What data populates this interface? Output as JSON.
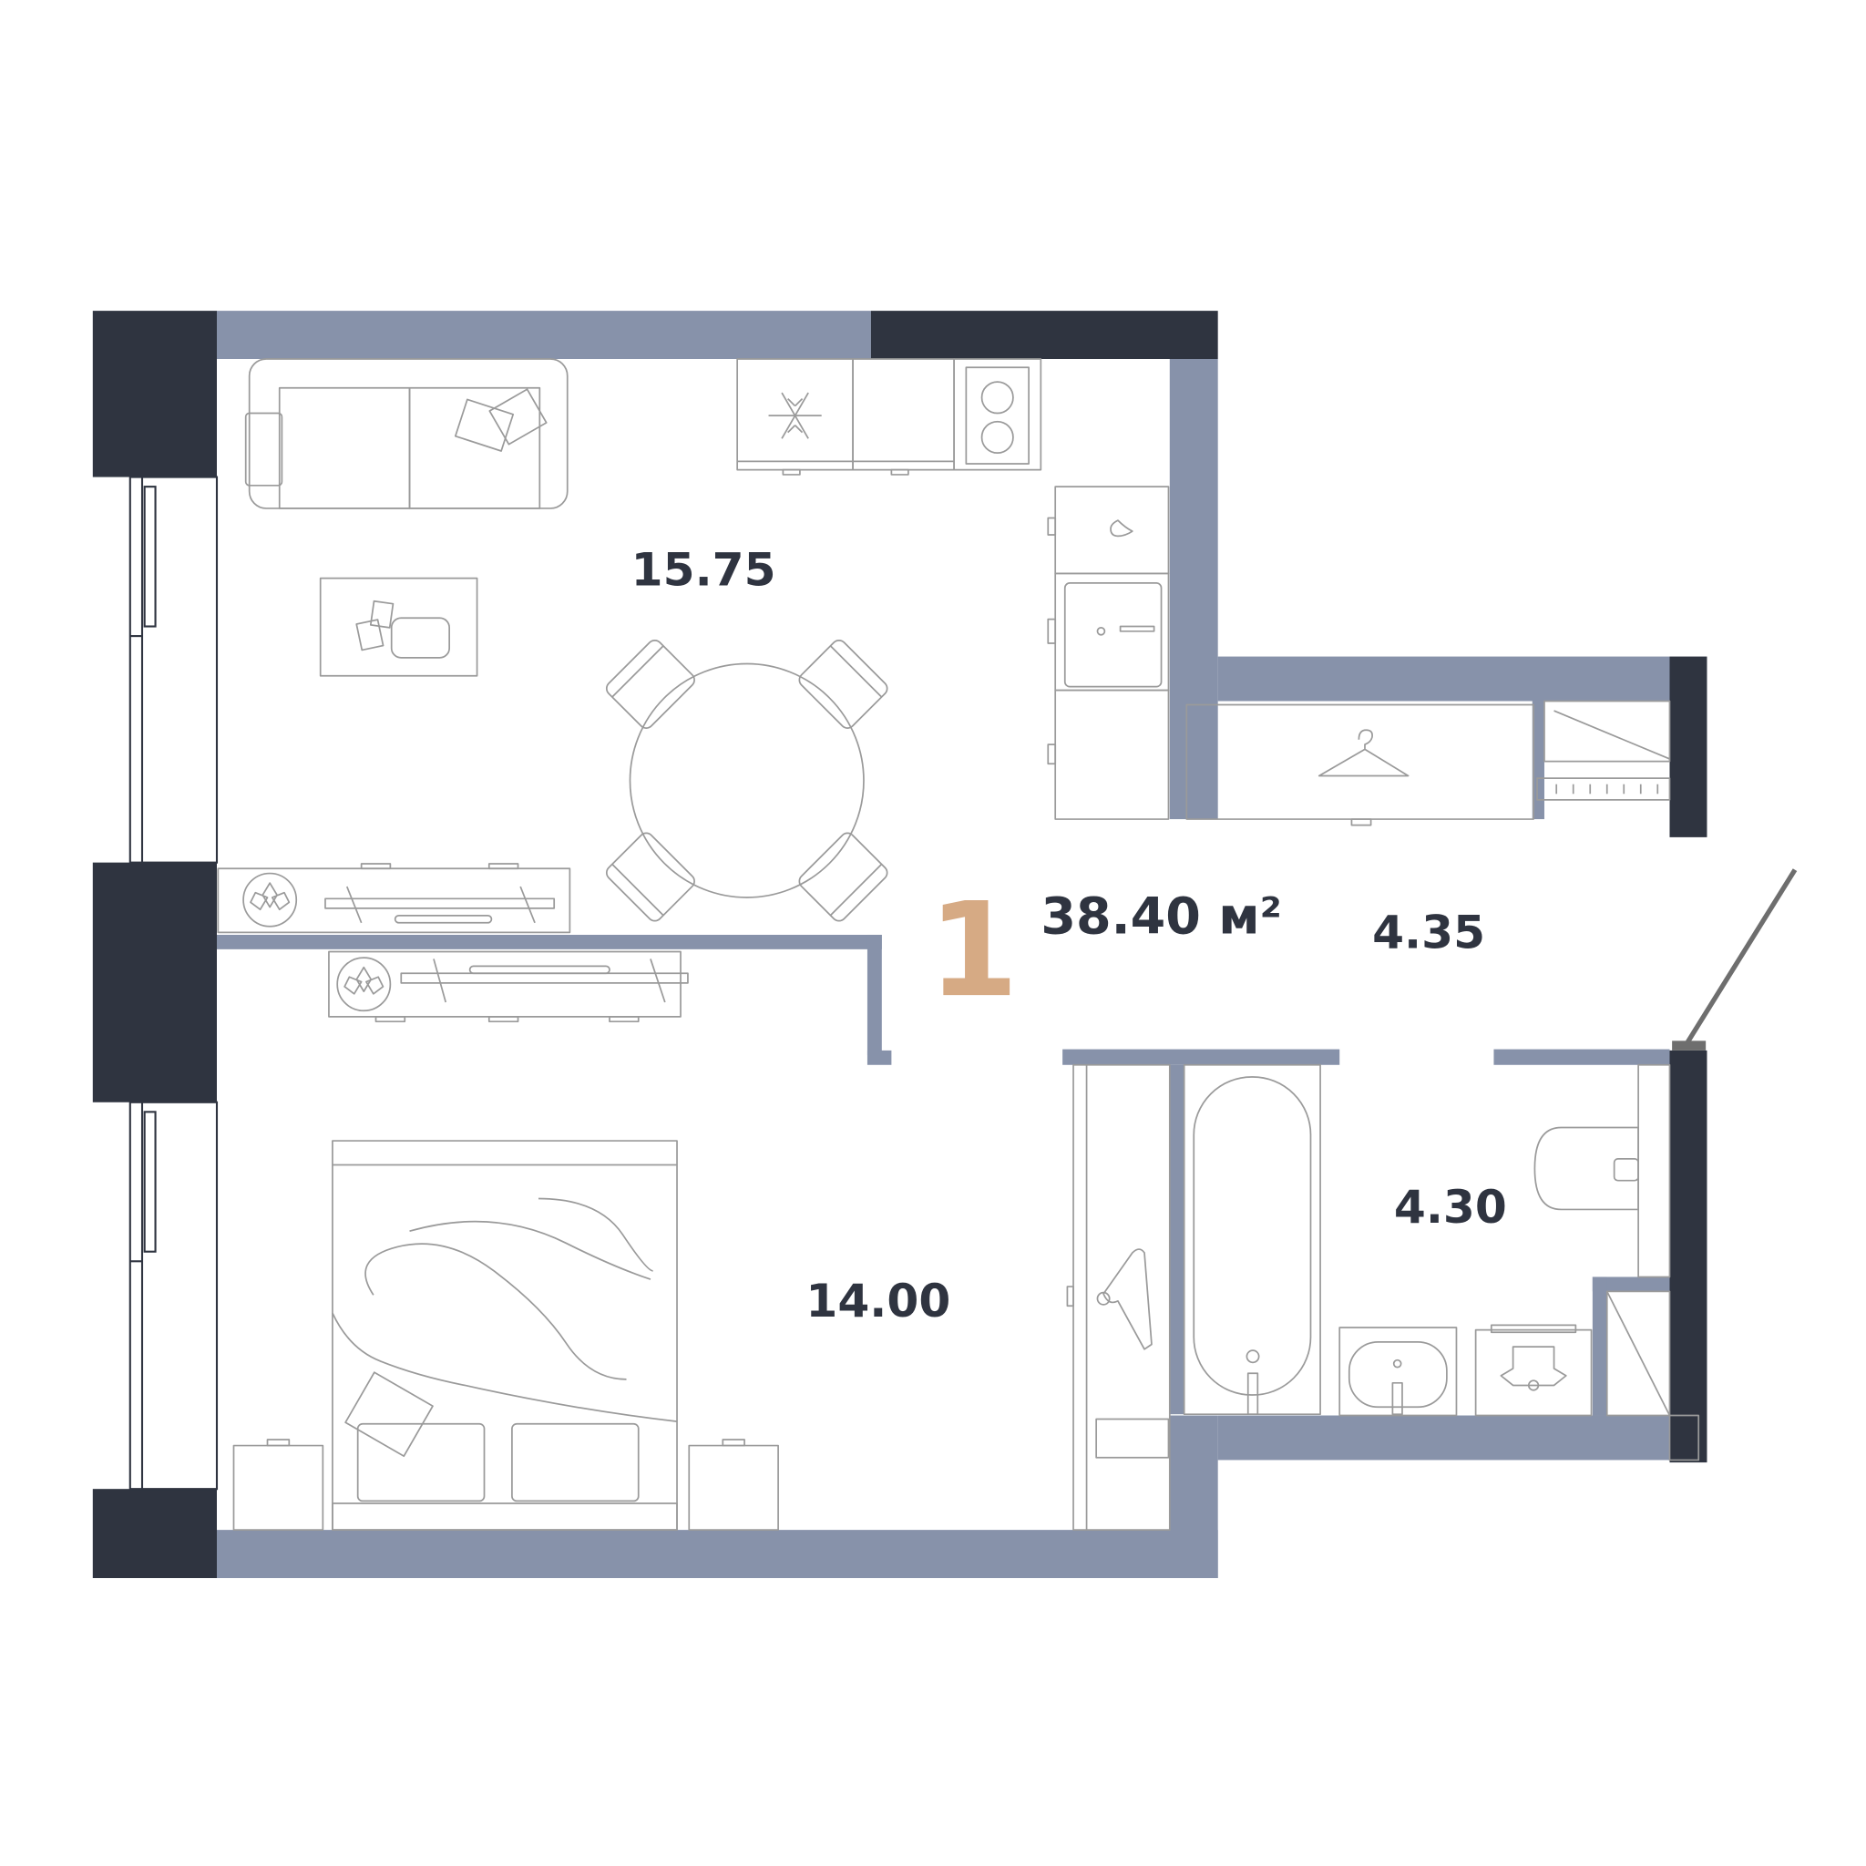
{
  "plan": {
    "rooms_count": "1",
    "total_area": "38.40 м²",
    "rooms": [
      {
        "id": "living-kitchen",
        "area": "15.75"
      },
      {
        "id": "bedroom",
        "area": "14.00"
      },
      {
        "id": "hallway",
        "area": "4.35"
      },
      {
        "id": "bathroom",
        "area": "4.30"
      }
    ]
  },
  "colors": {
    "wall_outer": "#2f3440",
    "wall_inner": "#8792aa",
    "furniture": "#9a9a9a",
    "accent": "#d6aa84",
    "text": "#2f3440"
  },
  "icons": [
    "sofa-icon",
    "coffee-table-icon",
    "dining-table-icon",
    "fridge-icon",
    "stove-icon",
    "sink-icon",
    "dishwasher-icon",
    "wardrobe-icon",
    "tv-stand-icon",
    "bed-icon",
    "nightstand-icon",
    "bathtub-icon",
    "washbasin-icon",
    "washing-machine-icon",
    "toilet-icon",
    "door-icon"
  ]
}
